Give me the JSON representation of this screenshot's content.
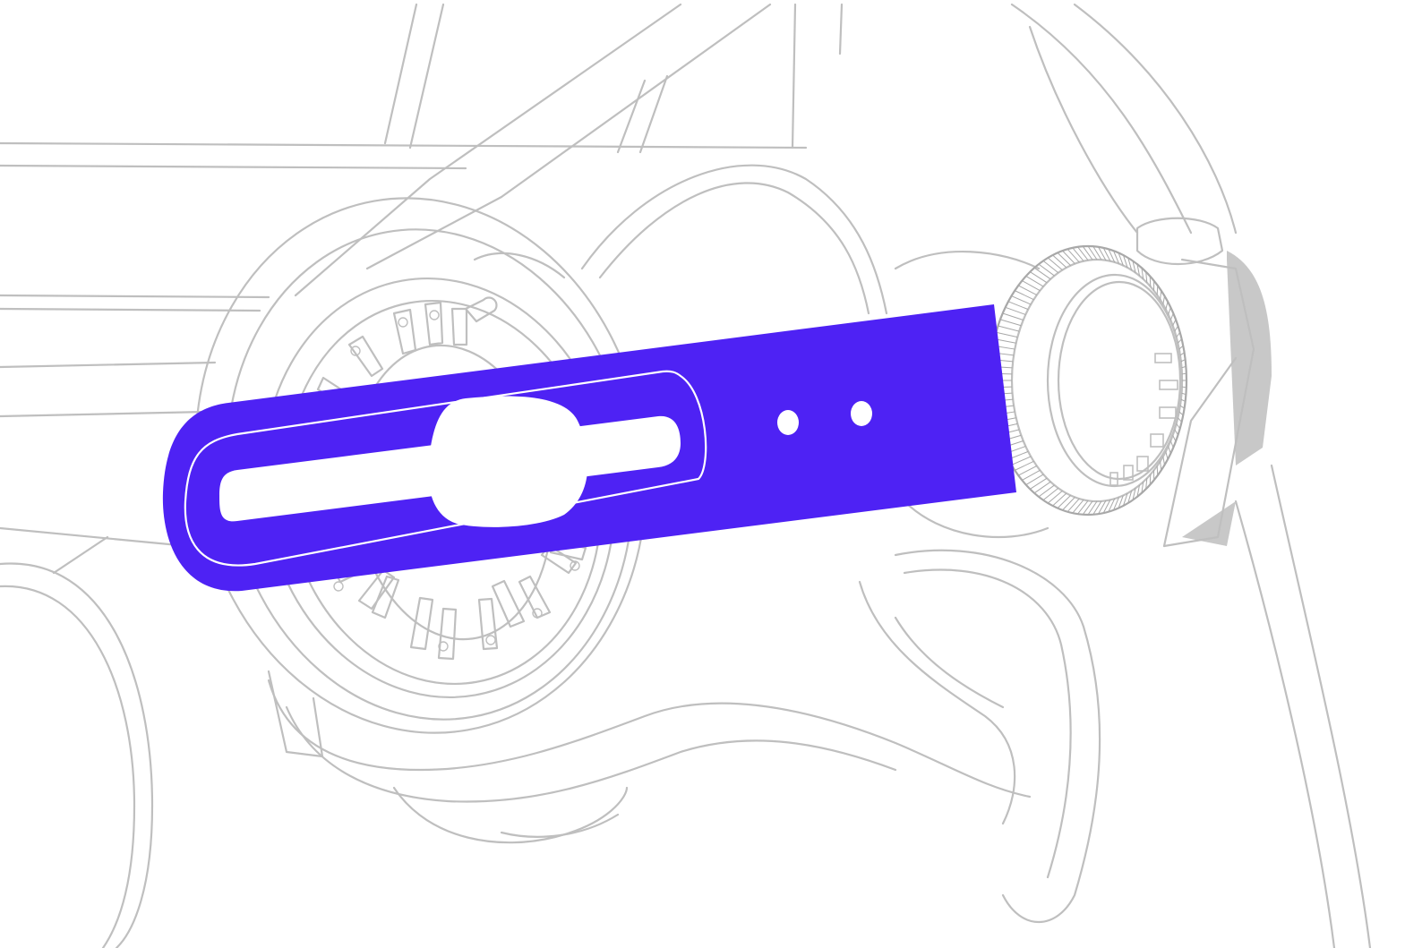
{
  "figure": {
    "kind": "line-drawing",
    "subject": "headgear-adjuster-strap",
    "highlighted_part": "strap-with-slot",
    "colors": {
      "background": "#ffffff",
      "outline": "#bfbfbf",
      "outline_dark": "#a8a8a8",
      "shade": "#c8c8c8",
      "highlight": "#4e22f4",
      "highlight_edge": "#ffffff"
    },
    "icons": [
      "ratchet-knob-icon",
      "hub-disc-icon",
      "strap-highlight-icon"
    ]
  }
}
